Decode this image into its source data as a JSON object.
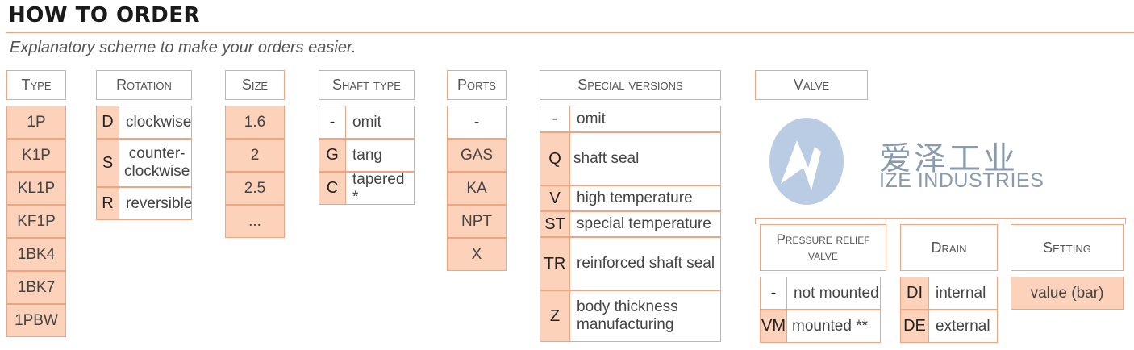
{
  "title": "HOW TO ORDER",
  "subtitle": "Explanatory scheme to make your orders easier.",
  "type": {
    "header": "Type",
    "items": [
      "1P",
      "K1P",
      "KL1P",
      "KF1P",
      "1BK4",
      "1BK7",
      "1PBW"
    ]
  },
  "rotation": {
    "header": "Rotation",
    "items": [
      {
        "code": "D",
        "label": "clockwise"
      },
      {
        "code": "S",
        "label": "counter-\nclockwise"
      },
      {
        "code": "R",
        "label": "reversible"
      }
    ]
  },
  "size": {
    "header": "Size",
    "items": [
      "1.6",
      "2",
      "2.5",
      "..."
    ]
  },
  "shaft_type": {
    "header": "Shaft type",
    "items": [
      {
        "code": "-",
        "label": "omit"
      },
      {
        "code": "G",
        "label": "tang"
      },
      {
        "code": "C",
        "label": "tapered *"
      }
    ]
  },
  "ports": {
    "header": "Ports",
    "items": [
      "-",
      "GAS",
      "KA",
      "NPT",
      "X"
    ]
  },
  "special_versions": {
    "header": "Special versions",
    "items": [
      {
        "code": "-",
        "label": "omit"
      },
      {
        "code": "Q",
        "label": "shaft seal"
      },
      {
        "code": "V",
        "label": "high temperature"
      },
      {
        "code": "ST",
        "label": "special temperature"
      },
      {
        "code": "TR",
        "label": "reinforced shaft seal"
      },
      {
        "code": "Z",
        "label": "body thickness\nmanufacturing"
      }
    ]
  },
  "valve": {
    "header": "Valve"
  },
  "pressure_relief_valve": {
    "header": "Pressure relief\nvalve",
    "items": [
      {
        "code": "-",
        "label": "not mounted"
      },
      {
        "code": "VM",
        "label": "mounted **"
      }
    ]
  },
  "drain": {
    "header": "Drain",
    "items": [
      {
        "code": "DI",
        "label": "internal"
      },
      {
        "code": "DE",
        "label": "external"
      }
    ]
  },
  "setting": {
    "header": "Setting",
    "value": "value (bar)"
  },
  "watermark": {
    "cn": "爱泽工业",
    "en": "IZE INDUSTRIES",
    "logo_color": "#a9bfdd"
  },
  "colors": {
    "accent_border": "#f4a37e",
    "code_fill": "#fcd2bb"
  }
}
